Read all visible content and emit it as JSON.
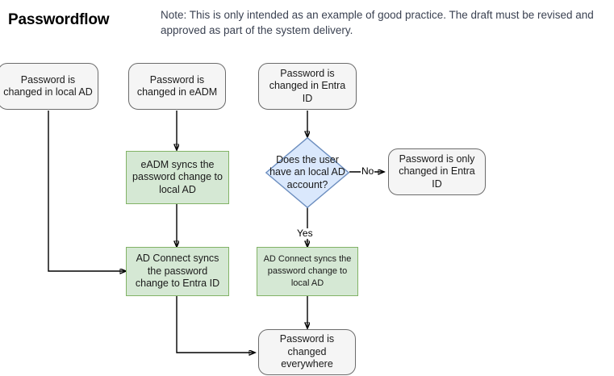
{
  "header": {
    "title": "Passwordflow",
    "note": "Note: This is only intended as an example of good practice. The draft must be revised and approved as part of the system delivery."
  },
  "colors": {
    "terminator_fill": "#f5f5f5",
    "terminator_stroke": "#6b6b6b",
    "process_fill": "#d5e8d4",
    "process_stroke": "#82b366",
    "decision_fill": "#dae8fc",
    "decision_stroke": "#6c8ebf",
    "edge_stroke": "#000000",
    "note_text": "#3b4252"
  },
  "nodes": {
    "start_local_ad": "Password is changed in local AD",
    "start_eadm": "Password is changed in eADM",
    "start_entra": "Password is changed in Entra ID",
    "eadm_sync": "eADM syncs the password change to local AD",
    "decision": "Does the user have an local AD account?",
    "only_entra": "Password is only changed in Entra ID",
    "adconnect_entra": "AD Connect syncs the password change to Entra ID",
    "adconnect_local": "AD Connect syncs the password change to local AD",
    "changed_everywhere": "Password is changed everywhere"
  },
  "edge_labels": {
    "no": "No",
    "yes": "Yes"
  }
}
